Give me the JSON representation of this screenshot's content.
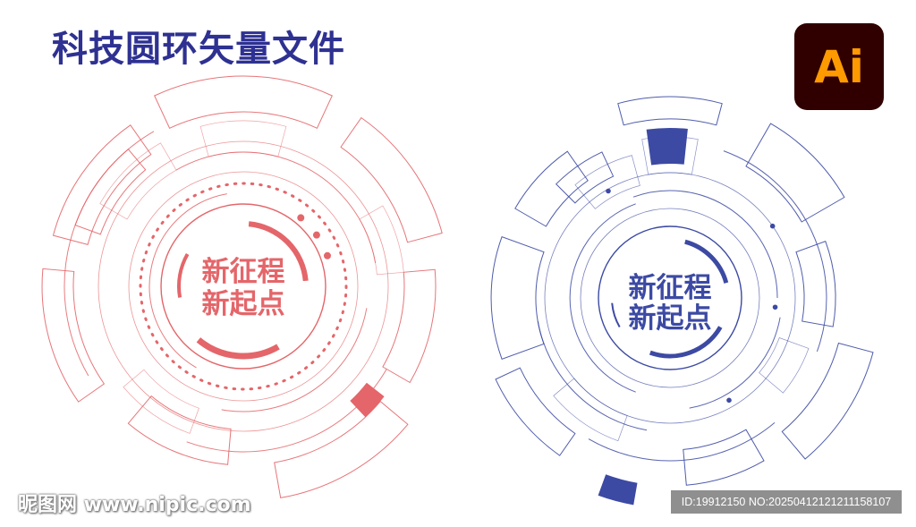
{
  "title": "科技圆环矢量文件",
  "logo": {
    "text": "Ai",
    "bg_color": "#300000",
    "text_color": "#ff9a00"
  },
  "colors": {
    "title": "#2e3191",
    "red": "#e4666a",
    "blue": "#3c4aa3"
  },
  "rings": [
    {
      "name": "red-ring",
      "line1": "新征程",
      "line2": "新起点"
    },
    {
      "name": "blue-ring",
      "line1": "新征程",
      "line2": "新起点"
    }
  ],
  "watermark_left": "昵图网 www.nipic.com",
  "watermark_right": "ID:19912150 NO:20250412121211158107"
}
